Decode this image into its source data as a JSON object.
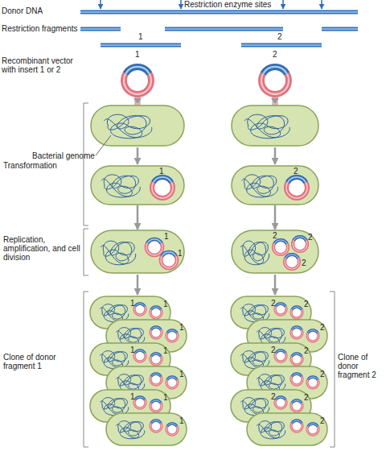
{
  "diagram": {
    "nodes": [
      {
        "text": [
          "1"
        ]
      },
      {
        "text": [
          "2"
        ]
      },
      {
        "text": [
          "1"
        ]
      },
      {
        "text": [
          "2"
        ]
      },
      {
        "text": [
          "1",
          "1"
        ]
      },
      {
        "text": [
          "2",
          "2",
          "2"
        ]
      }
    ],
    "edges": [
      {
        "from": 2,
        "to": 4,
        "arrow": "to"
      },
      {
        "from": 3,
        "to": 5,
        "arrow": "to"
      }
    ],
    "labels": [
      "Donor DNA",
      "Restriction enzyme sites",
      "Restriction fragments",
      "1",
      "2",
      "Recombinant vector with insert 1 or 2",
      "Transformation",
      "Bacterial genome",
      "Replication, amplification, and cell division",
      "Clone of donor fragment 1",
      "1",
      "1",
      "1",
      "1",
      "1",
      "1",
      "1",
      "1",
      "1",
      "Clone of donor fragment 2",
      "2",
      "2",
      "2",
      "2",
      "2",
      "2",
      "2",
      "2",
      "2"
    ]
  }
}
